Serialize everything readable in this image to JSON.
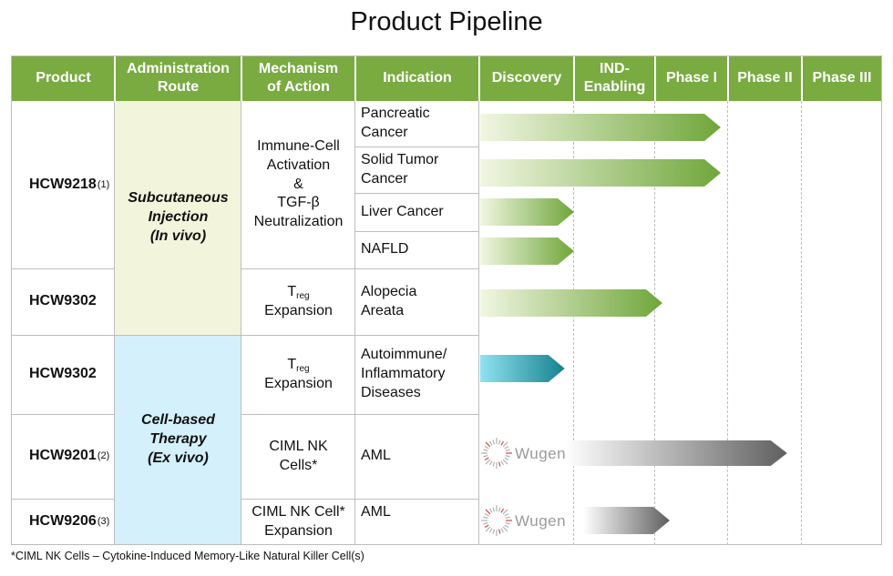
{
  "title": "Product Pipeline",
  "headers": {
    "product": "Product",
    "route_line1": "Administration",
    "route_line2": "Route",
    "mech_line1": "Mechanism",
    "mech_line2": "of Action",
    "indication": "Indication",
    "phases": [
      "Discovery",
      "IND-",
      "Enabling",
      "Phase I",
      "Phase II",
      "Phase III"
    ]
  },
  "products": [
    {
      "name": "HCW9218",
      "note": "(1)"
    },
    {
      "name": "HCW9302",
      "note": ""
    },
    {
      "name": "HCW9302",
      "note": ""
    },
    {
      "name": "HCW9201",
      "note": "(2)"
    },
    {
      "name": "HCW9206",
      "note": "(3)"
    }
  ],
  "routes": {
    "subq": [
      "Subcutaneous",
      "Injection",
      "(In vivo)"
    ],
    "cell": [
      "Cell-based",
      "Therapy",
      "(Ex vivo)"
    ]
  },
  "mechanisms": {
    "m1": [
      "Immune-Cell",
      "Activation",
      "&",
      "TGF-β",
      "Neutralization"
    ],
    "treg_T": "T",
    "treg_sub": "reg",
    "treg_exp": "Expansion",
    "ciml": [
      "CIML NK",
      "Cells*"
    ],
    "ciml2": [
      "CIML NK Cell*",
      "Expansion"
    ]
  },
  "indications": {
    "pancreatic": [
      "Pancreatic",
      "Cancer"
    ],
    "solid": [
      "Solid Tumor",
      "Cancer"
    ],
    "liver": "Liver Cancer",
    "nafld": "NAFLD",
    "alopecia": [
      "Alopecia",
      "Areata"
    ],
    "autoimmune": [
      "Autoimmune/",
      "Inflammatory",
      "Diseases"
    ],
    "aml1": "AML",
    "aml2": "AML"
  },
  "partner": "Wugen",
  "footnote": "*CIML NK Cells – Cytokine-Induced Memory-Like Natural Killer Cell(s)",
  "colors": {
    "header_green": "#79ab41",
    "bar_green": "#79ab41",
    "bar_teal": "#1a8a9a",
    "bar_gray": "#6e6e6e",
    "route_subq_bg": "#f2f5dc",
    "route_cell_bg": "#d3f0fb"
  },
  "chart_data": {
    "type": "bar",
    "stages": [
      "Discovery",
      "IND-Enabling",
      "Phase I",
      "Phase II",
      "Phase III"
    ],
    "categories": [
      "HCW9218 – Pancreatic Cancer",
      "HCW9218 – Solid Tumor Cancer",
      "HCW9218 – Liver Cancer",
      "HCW9218 – NAFLD",
      "HCW9302 – Alopecia Areata",
      "HCW9302 – Autoimmune/Inflammatory Diseases",
      "HCW9201 – AML",
      "HCW9206 – AML"
    ],
    "values": [
      2.9,
      2.9,
      1.0,
      1.0,
      2.1,
      0.9,
      3.8,
      2.2
    ],
    "bar_styles": [
      "green",
      "green",
      "green",
      "green",
      "green",
      "teal",
      "gray",
      "gray"
    ],
    "xlim": [
      0,
      5
    ]
  }
}
